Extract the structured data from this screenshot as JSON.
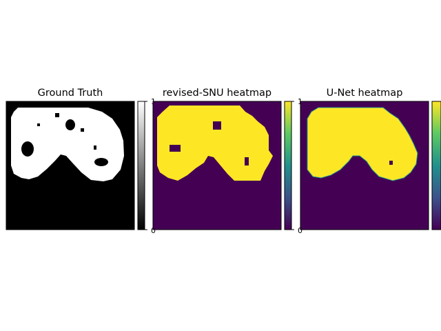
{
  "chart_data": [
    {
      "type": "heatmap",
      "title": "Ground Truth",
      "colormap": "gray",
      "colors": {
        "zero": "#000000",
        "one": "#ffffff"
      },
      "colorbar": {
        "vmin": 0,
        "vmax": 1,
        "ticks": [
          "0",
          "1"
        ]
      },
      "axes": "off",
      "image": "binary mask of object: white object region on black background with small dark holes"
    },
    {
      "type": "heatmap",
      "title": "revised-SNU heatmap",
      "colormap": "viridis",
      "colors": {
        "zero": "#440154",
        "one": "#fde725"
      },
      "colorbar": {
        "vmin": 0,
        "vmax": 1,
        "ticks": [
          "0",
          "1"
        ]
      },
      "axes": "off",
      "image": "yellow predicted region on purple background"
    },
    {
      "type": "heatmap",
      "title": "U-Net heatmap",
      "colormap": "viridis",
      "colors": {
        "zero": "#440154",
        "one": "#fde725"
      },
      "colorbar": {
        "vmin": 0,
        "vmax": 1,
        "ticks": [
          "",
          ""
        ]
      },
      "axes": "off",
      "image": "yellow predicted region on purple background"
    }
  ]
}
